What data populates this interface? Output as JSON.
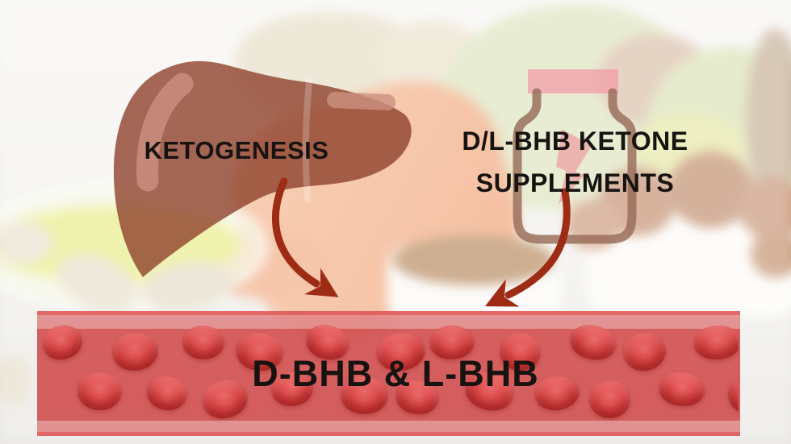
{
  "diagram": {
    "ketogenesis": {
      "label": "KETOGENESIS",
      "icon": "liver-icon"
    },
    "supplements": {
      "line1": "D/L-BHB KETONE",
      "line2": "SUPPLEMENTS",
      "icon": "supplement-bottle-icon"
    },
    "blood": {
      "label": "D-BHB & L-BHB",
      "icon": "blood-vessel-icon"
    },
    "arrows": [
      {
        "from": "ketogenesis",
        "to": "blood",
        "icon": "curved-arrow-icon"
      },
      {
        "from": "supplements",
        "to": "blood",
        "icon": "curved-arrow-icon"
      }
    ]
  },
  "colors": {
    "text": "#161310",
    "arrow": "#9e2c15",
    "liver": "#8c3e28",
    "liver_highlight": "#cb9180",
    "bottle_outline": "#966955",
    "bottle_cap": "#f29aa6",
    "dropper_pink": "#ef7b8b",
    "band_red": "#cd3e3e",
    "band_stripe_light": "#ee9090",
    "cell_red": "#d84040"
  }
}
